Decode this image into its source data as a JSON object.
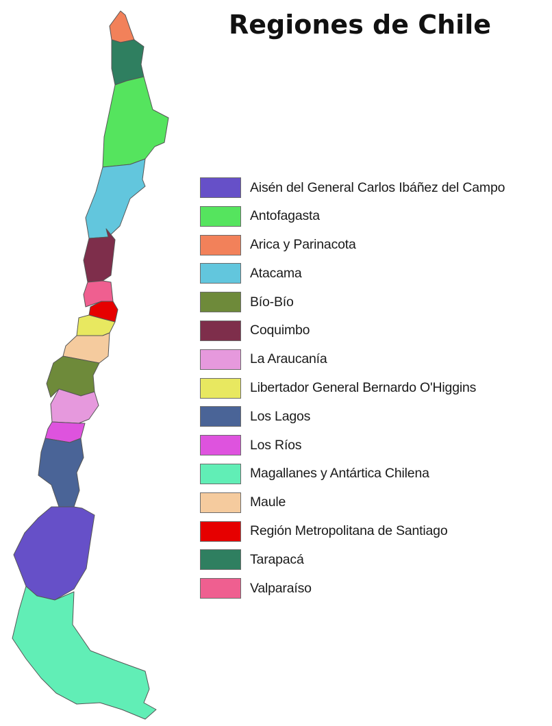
{
  "title": "Regiones de Chile",
  "regions": [
    {
      "id": "aisen",
      "name": "Aisén del General Carlos Ibáñez del Campo",
      "color": "#6650C8"
    },
    {
      "id": "antofagasta",
      "name": "Antofagasta",
      "color": "#55E45E"
    },
    {
      "id": "arica",
      "name": "Arica y Parinacota",
      "color": "#F2815A"
    },
    {
      "id": "atacama",
      "name": "Atacama",
      "color": "#62C6DD"
    },
    {
      "id": "biobio",
      "name": "Bío-Bío",
      "color": "#6E8A3A"
    },
    {
      "id": "coquimbo",
      "name": "Coquimbo",
      "color": "#7E2E4B"
    },
    {
      "id": "araucania",
      "name": "La Araucanía",
      "color": "#E699DD"
    },
    {
      "id": "ohiggins",
      "name": "Libertador General Bernardo O'Higgins",
      "color": "#E8E860"
    },
    {
      "id": "loslagos",
      "name": "Los Lagos",
      "color": "#4A6497"
    },
    {
      "id": "losrios",
      "name": "Los Ríos",
      "color": "#DE53DE"
    },
    {
      "id": "magallanes",
      "name": "Magallanes y Antártica Chilena",
      "color": "#61EEB6"
    },
    {
      "id": "maule",
      "name": "Maule",
      "color": "#F5CB9E"
    },
    {
      "id": "metropolitana",
      "name": "Región Metropolitana de Santiago",
      "color": "#E60000"
    },
    {
      "id": "tarapaca",
      "name": "Tarapacá",
      "color": "#2F7F60"
    },
    {
      "id": "valparaiso",
      "name": "Valparaíso",
      "color": "#EF5F90"
    }
  ]
}
